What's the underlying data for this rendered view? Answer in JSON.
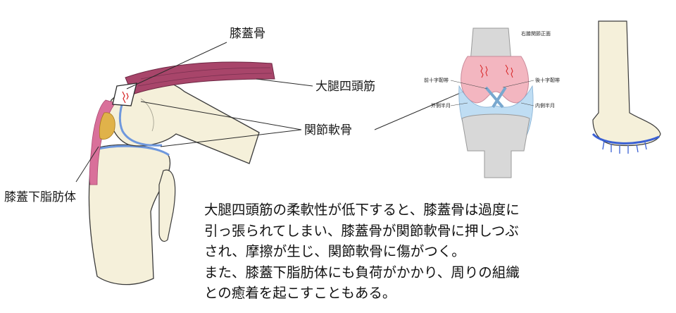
{
  "labels": {
    "patella": "膝蓋骨",
    "quadriceps": "大腿四頭筋",
    "articular_cartilage": "関節軟骨",
    "infrapatellar_fat_pad": "膝蓋下脂肪体"
  },
  "front_view": {
    "title": "右膝関節正面",
    "acl": "前十字靭帯",
    "pcl": "後十字靭帯",
    "lateral_meniscus": "外側半月",
    "medial_meniscus": "内側半月"
  },
  "caption_lines": [
    "大腿四頭筋の柔軟性が低下すると、膝蓋骨は過度に",
    "引っ張られてしまい、膝蓋骨が関節軟骨に押しつぶ",
    "され、摩擦が生じ、関節軟骨に傷がつく。",
    "また、膝蓋下脂肪体にも負荷がかかり、周りの組織",
    "との癒着を起こすこともある。"
  ],
  "colors": {
    "muscle": "#a8456a",
    "tendon": "#d9709a",
    "bone": "#f5f0da",
    "cartilage": "#6f98dd",
    "fat": "#e0b24a",
    "ligament_highlight": "#f3b6c0",
    "meniscus": "#b9daf2",
    "injury": "#d62020"
  }
}
